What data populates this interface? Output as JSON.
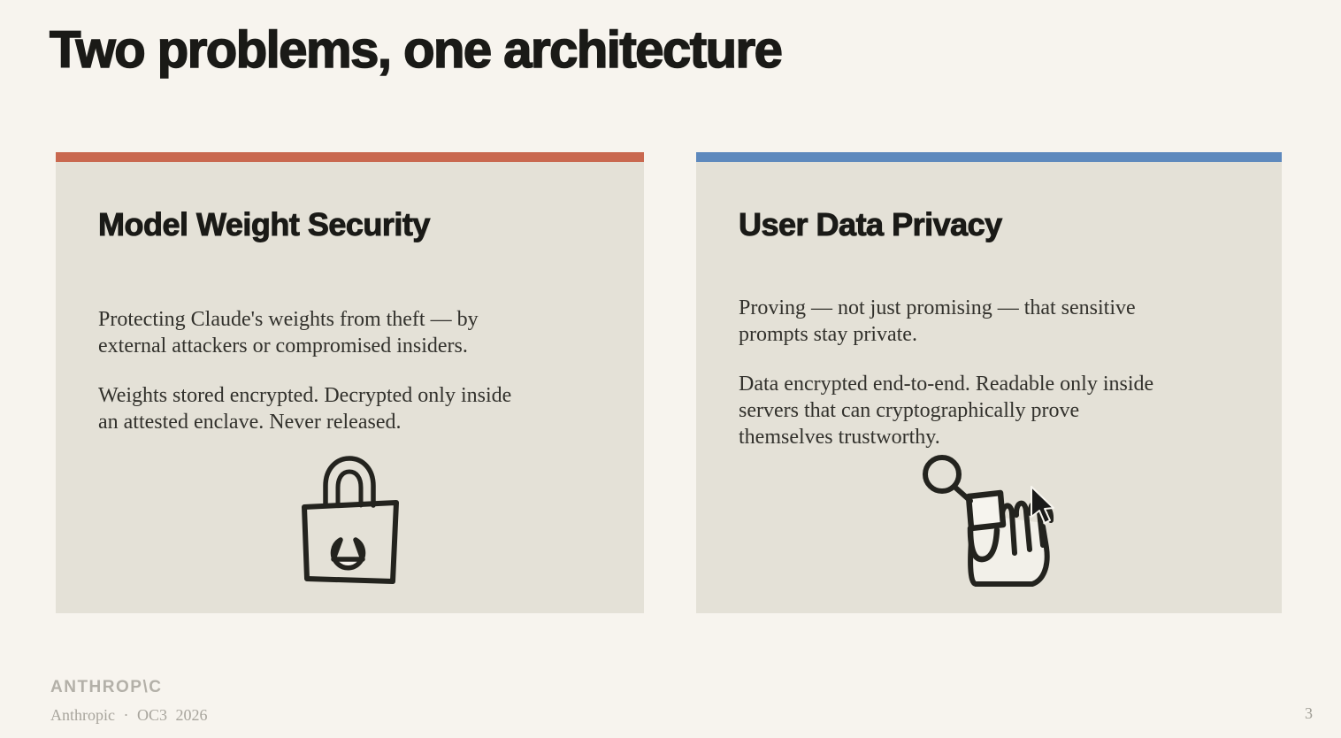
{
  "slide": {
    "title": "Two problems, one architecture",
    "page_number": "3"
  },
  "cards": [
    {
      "heading": "Model Weight Security",
      "accent_color": "#c9684f",
      "icon": "lock-icon",
      "paragraphs": [
        "Protecting Claude's weights from theft — by\nexternal attackers or compromised insiders.",
        "Weights stored encrypted. Decrypted only inside\nan attested enclave. Never released."
      ]
    },
    {
      "heading": "User Data Privacy",
      "accent_color": "#5e89bd",
      "icon": "hand-holding-key-icon",
      "paragraphs": [
        "Proving — not just promising — that sensitive\nprompts stay private.",
        "Data encrypted end-to-end. Readable only inside\nservers that can cryptographically prove\nthemselves trustworthy."
      ]
    }
  ],
  "footer": {
    "logo": "ANTHROP\\C",
    "caption": "Anthropic · OC3 2026"
  },
  "colors": {
    "background": "#f7f4ee",
    "card_background": "#e4e1d7",
    "heading_text": "#1a1a17",
    "body_text": "#32312c",
    "security_accent": "#c9684f",
    "privacy_accent": "#5e89bd"
  }
}
